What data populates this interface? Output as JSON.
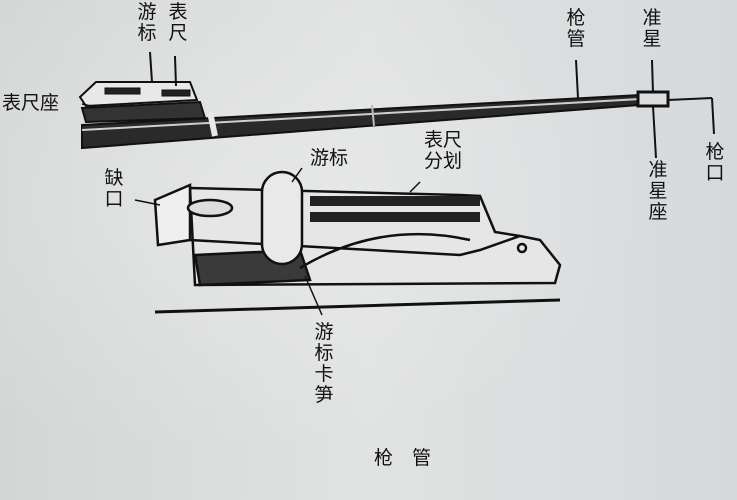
{
  "diagram": {
    "caption": "枪　管",
    "labels": {
      "vernier_top": "游\n标",
      "rear_sight_leaf": "表\n尺",
      "rear_sight_base": "表尺座",
      "barrel": "枪\n管",
      "front_sight": "准\n星",
      "muzzle": "枪\n口",
      "front_sight_base": "准\n星\n座",
      "notch": "缺\n口",
      "vernier_detail": "游标",
      "sight_graduation": "表尺\n分划",
      "vernier_latch": "游\n标\n卡\n笋"
    },
    "colors": {
      "background": "#d9dcda",
      "ink": "#111111"
    }
  }
}
